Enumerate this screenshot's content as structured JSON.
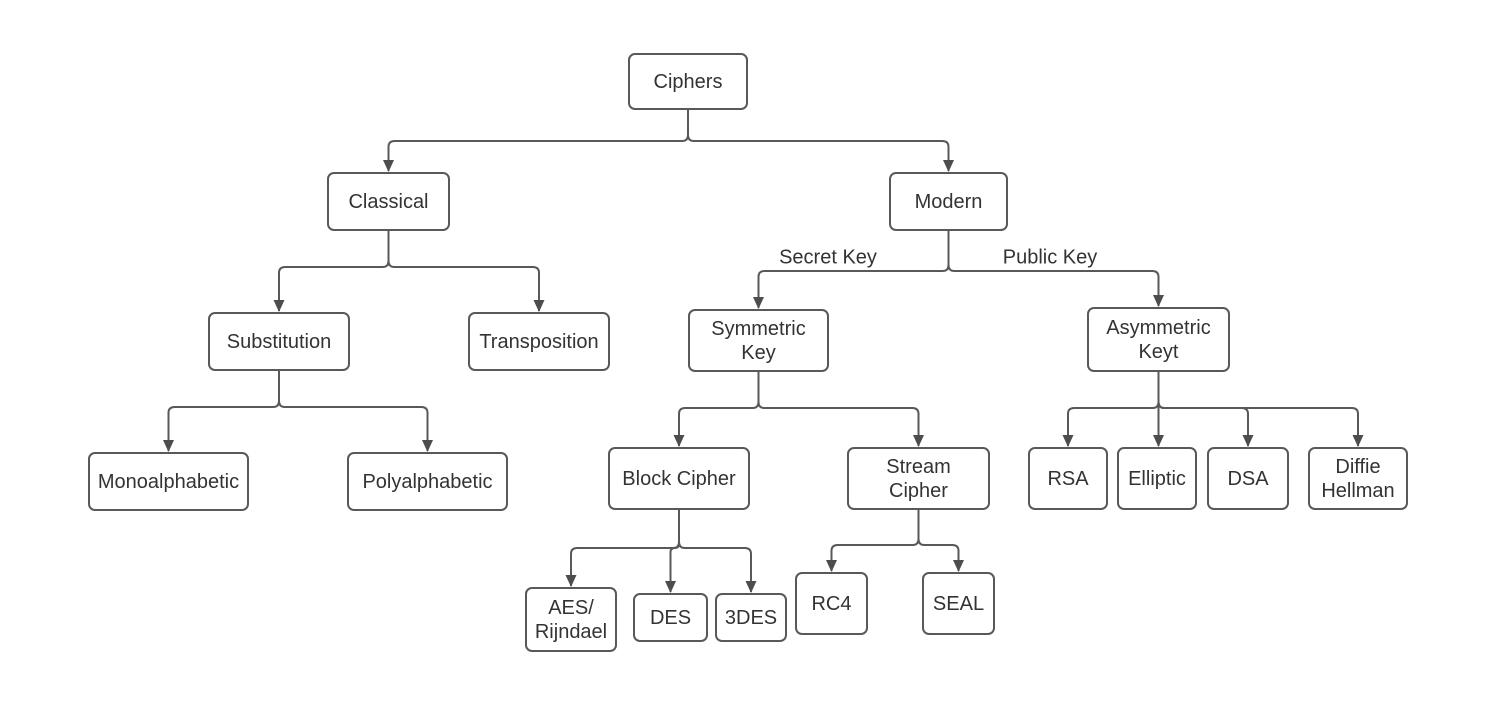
{
  "diagram": {
    "nodes": {
      "ciphers": {
        "label": "Ciphers"
      },
      "classical": {
        "label": "Classical"
      },
      "modern": {
        "label": "Modern"
      },
      "substitution": {
        "label": "Substitution"
      },
      "transposition": {
        "label": "Transposition"
      },
      "monoalphabetic": {
        "label": "Monoalphabetic"
      },
      "polyalphabetic": {
        "label": "Polyalphabetic"
      },
      "symmetric_key": {
        "label": "Symmetric\nKey"
      },
      "asymmetric_key": {
        "label": "Asymmetric\nKeyt"
      },
      "block_cipher": {
        "label": "Block Cipher"
      },
      "stream_cipher": {
        "label": "Stream\nCipher"
      },
      "aes_rijndael": {
        "label": "AES/\nRijndael"
      },
      "des": {
        "label": "DES"
      },
      "three_des": {
        "label": "3DES"
      },
      "rc4": {
        "label": "RC4"
      },
      "seal": {
        "label": "SEAL"
      },
      "rsa": {
        "label": "RSA"
      },
      "elliptic": {
        "label": "Elliptic"
      },
      "dsa": {
        "label": "DSA"
      },
      "diffie_hellman": {
        "label": "Diffie\nHellman"
      }
    },
    "edges": [
      {
        "from": "ciphers",
        "to": "classical"
      },
      {
        "from": "ciphers",
        "to": "modern"
      },
      {
        "from": "classical",
        "to": "substitution"
      },
      {
        "from": "classical",
        "to": "transposition"
      },
      {
        "from": "substitution",
        "to": "monoalphabetic"
      },
      {
        "from": "substitution",
        "to": "polyalphabetic"
      },
      {
        "from": "modern",
        "to": "symmetric_key",
        "label": "Secret Key"
      },
      {
        "from": "modern",
        "to": "asymmetric_key",
        "label": "Public Key"
      },
      {
        "from": "symmetric_key",
        "to": "block_cipher"
      },
      {
        "from": "symmetric_key",
        "to": "stream_cipher"
      },
      {
        "from": "block_cipher",
        "to": "aes_rijndael"
      },
      {
        "from": "block_cipher",
        "to": "des"
      },
      {
        "from": "block_cipher",
        "to": "three_des"
      },
      {
        "from": "stream_cipher",
        "to": "rc4"
      },
      {
        "from": "stream_cipher",
        "to": "seal"
      },
      {
        "from": "asymmetric_key",
        "to": "rsa"
      },
      {
        "from": "asymmetric_key",
        "to": "elliptic"
      },
      {
        "from": "asymmetric_key",
        "to": "dsa"
      },
      {
        "from": "asymmetric_key",
        "to": "diffie_hellman"
      }
    ],
    "colors": {
      "canvas_bg": "#ffffff",
      "node_fill": "#ffffff",
      "node_border": "#595959",
      "connector": "#595959",
      "arrowhead": "#4d4d4d",
      "text": "#333333"
    }
  }
}
